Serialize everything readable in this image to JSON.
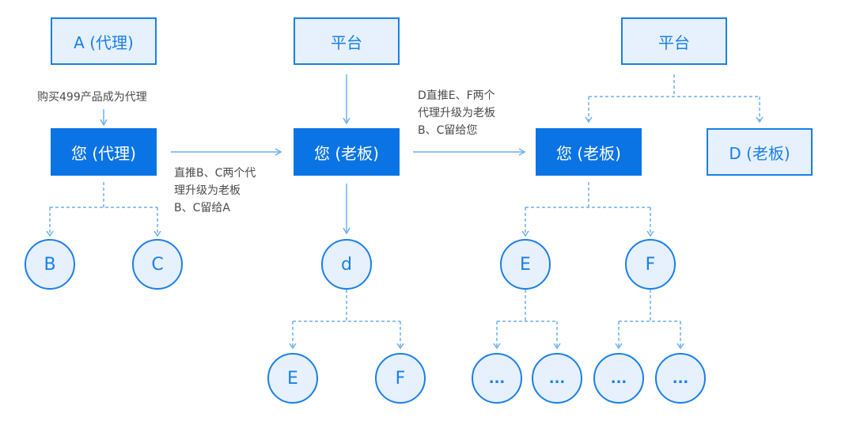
{
  "nodes": {
    "a_agent": "A (代理)",
    "you_agent": "您 (代理)",
    "platform_1": "平台",
    "you_boss_1": "您 (老板)",
    "platform_2": "平台",
    "you_boss_2": "您 (老板)",
    "d_boss": "D (老板)",
    "b1": "B",
    "c1": "C",
    "d_small": "d",
    "e1": "E",
    "f1": "F",
    "e2": "E",
    "f2": "F",
    "dots": [
      "...",
      "...",
      "...",
      "..."
    ]
  },
  "notes": {
    "buy": "购买499产品成为代理",
    "step2": [
      "直推B、C两个代",
      "理升级为老板",
      "B、C留给A"
    ],
    "step3": [
      "D直推E、F两个",
      "代理升级为老板",
      "B、C留给您"
    ]
  },
  "colors": {
    "primary": "#0b74e5",
    "outline": "#1a7fe8",
    "light_fill": "#e6f1fd",
    "connector": "#6fb0ef"
  }
}
